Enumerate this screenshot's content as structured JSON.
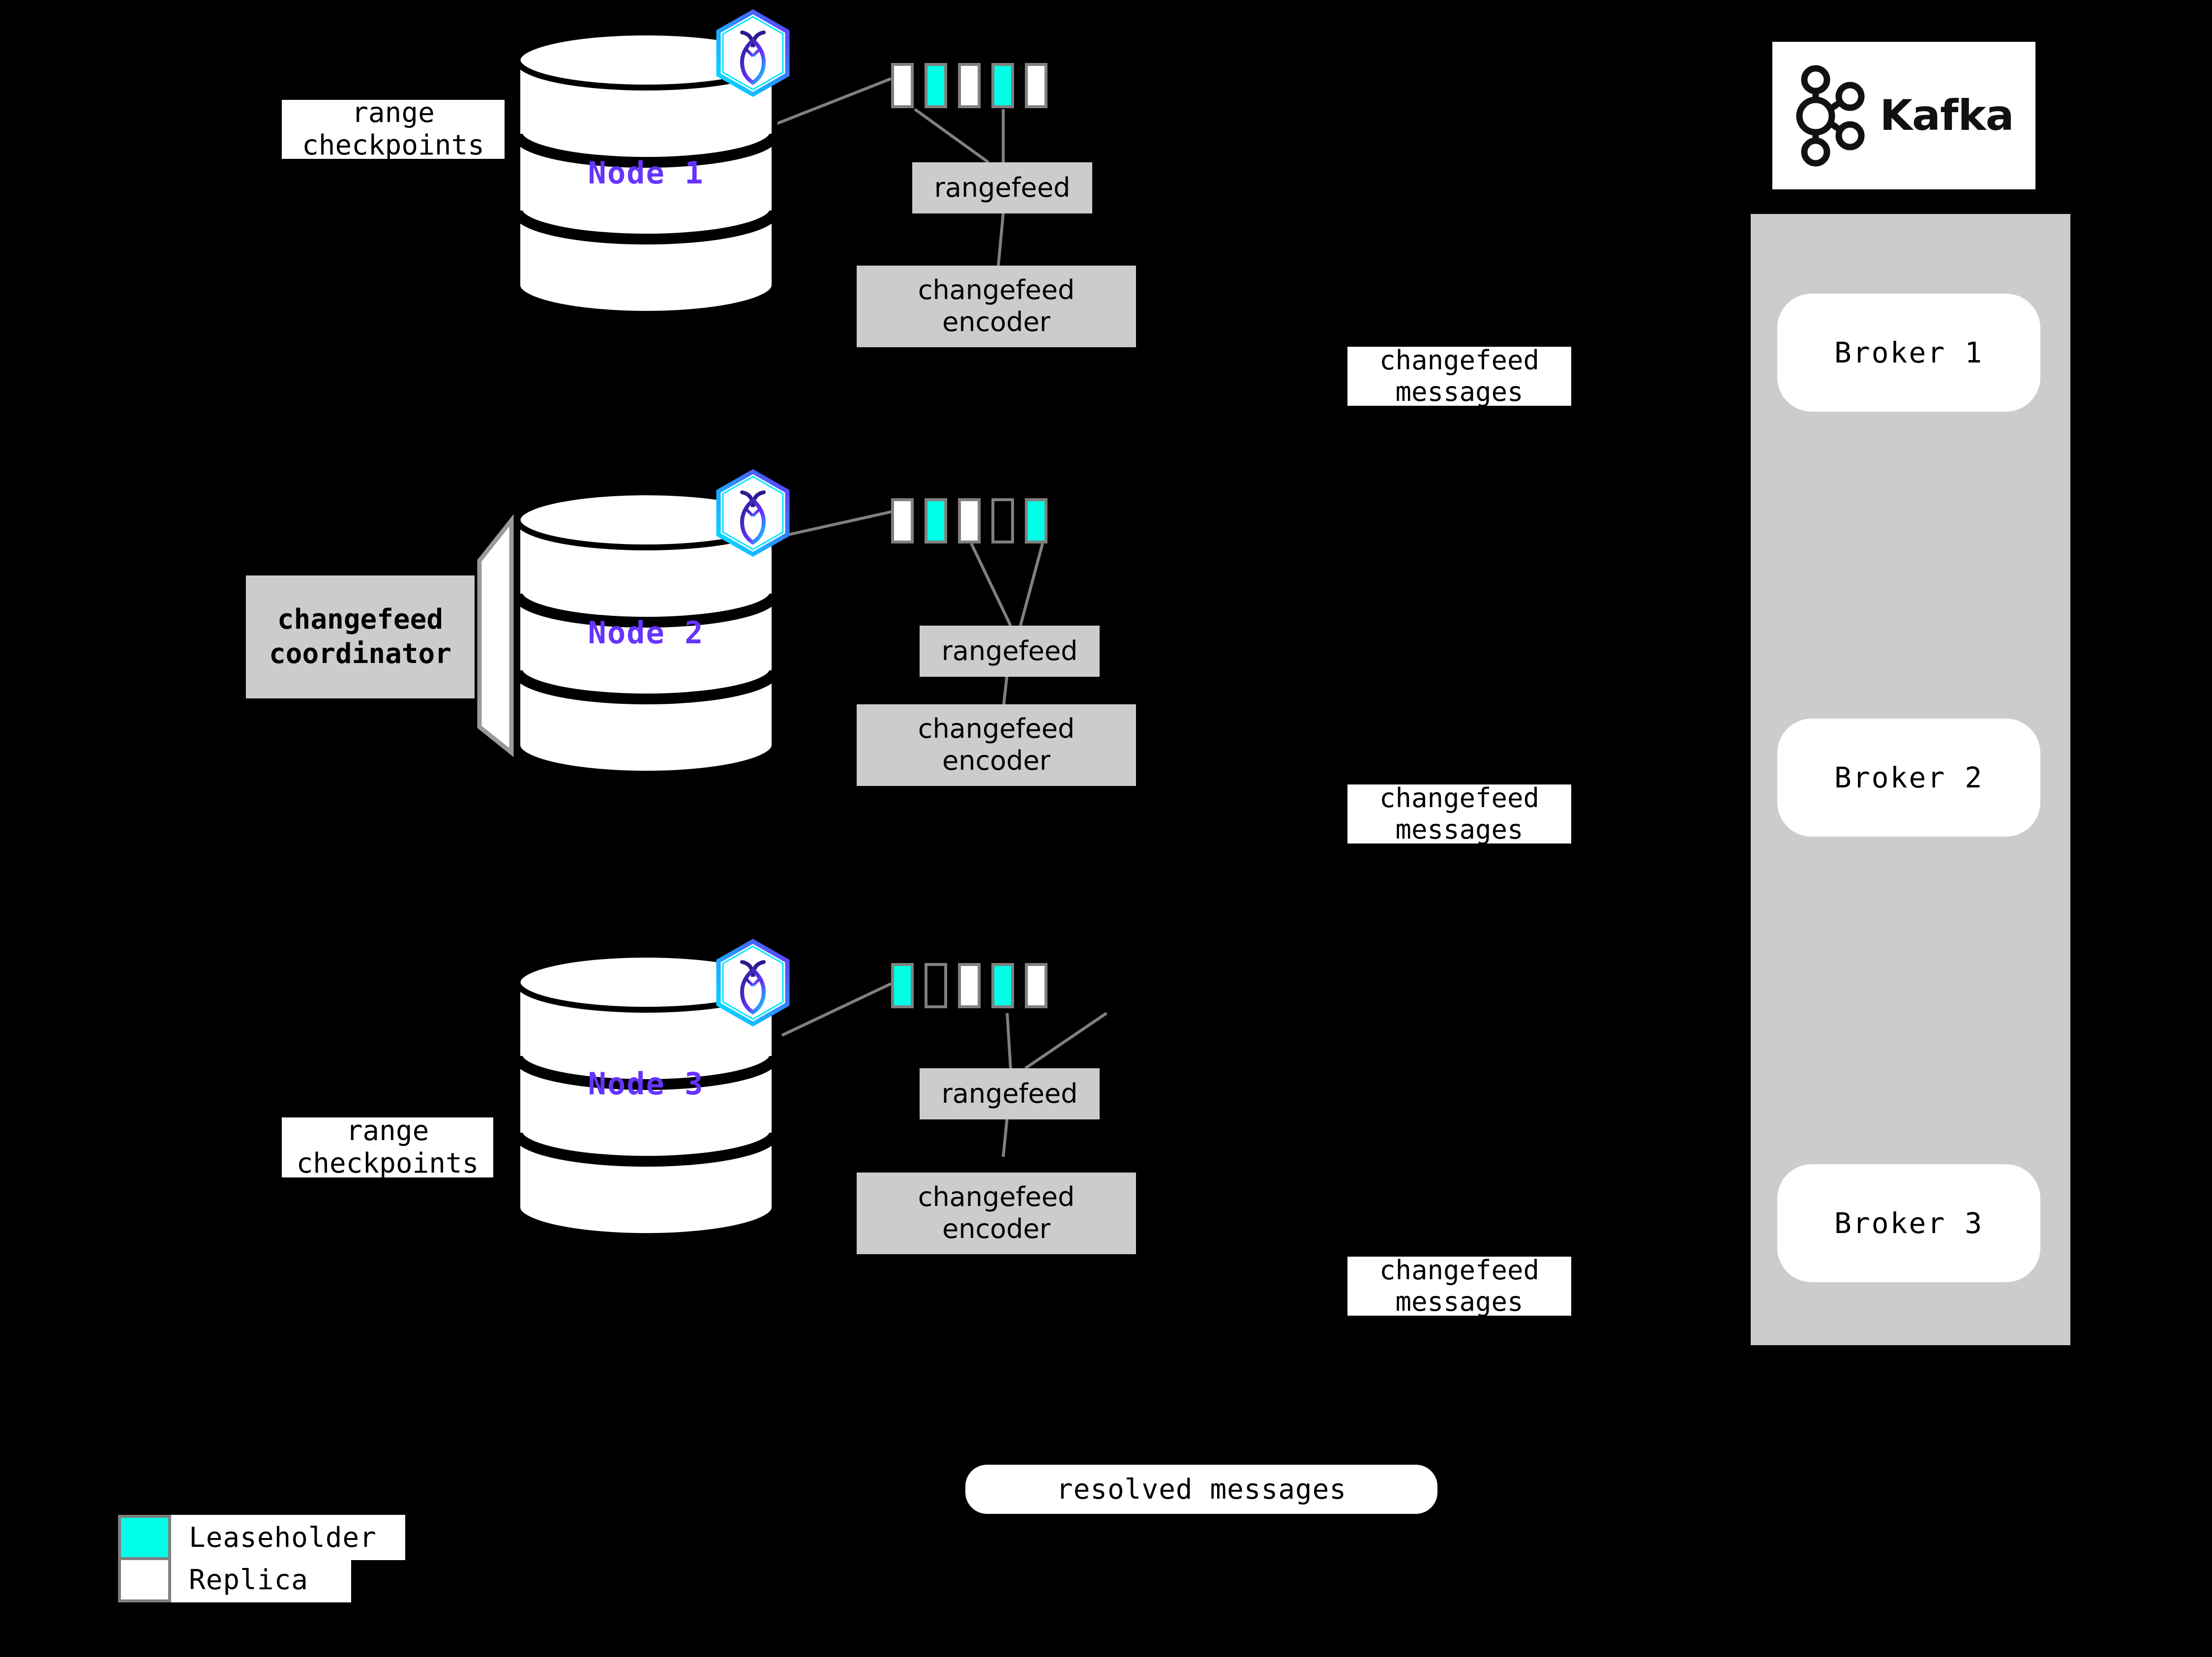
{
  "diagram": {
    "title": "CockroachDB changefeed to Kafka architecture",
    "background_color": "#000000",
    "colors": {
      "leaseholder": "#00ffe6",
      "replica": "#ffffff",
      "range_border": "#808080",
      "process_box": "#cccccc",
      "node_label": "#6633ff",
      "connector": "#808080",
      "panel": "#cccccc"
    }
  },
  "nodes": [
    {
      "id": "node-1",
      "label": "Node 1",
      "logo": "cockroachdb-hexagon-icon",
      "ranges": [
        "replica",
        "leaseholder",
        "replica",
        "leaseholder",
        "replica"
      ],
      "rangefeed_label": "rangefeed",
      "encoder_label": "changefeed\nencoder"
    },
    {
      "id": "node-2",
      "label": "Node 2",
      "logo": "cockroachdb-hexagon-icon",
      "ranges": [
        "replica",
        "leaseholder",
        "replica",
        "empty",
        "leaseholder"
      ],
      "rangefeed_label": "rangefeed",
      "encoder_label": "changefeed\nencoder"
    },
    {
      "id": "node-3",
      "label": "Node 3",
      "logo": "cockroachdb-hexagon-icon",
      "ranges": [
        "leaseholder",
        "empty",
        "replica",
        "leaseholder",
        "replica"
      ],
      "rangefeed_label": "rangefeed",
      "encoder_label": "changefeed\nencoder"
    }
  ],
  "callouts": {
    "range_checkpoints_top": "range\ncheckpoints",
    "range_checkpoints_bottom": "range\ncheckpoints",
    "coordinator": "changefeed\ncoordinator",
    "changefeed_messages_1": "changefeed\nmessages",
    "changefeed_messages_2": "changefeed\nmessages",
    "changefeed_messages_3": "changefeed\nmessages",
    "resolved_messages": "resolved messages"
  },
  "kafka": {
    "wordmark": "Kafka",
    "logo": "kafka-graph-icon",
    "brokers": [
      {
        "label": "Broker 1"
      },
      {
        "label": "Broker 2"
      },
      {
        "label": "Broker 3"
      }
    ]
  },
  "legend": {
    "items": [
      {
        "swatch": "leaseholder",
        "label": "Leaseholder"
      },
      {
        "swatch": "replica",
        "label": "Replica"
      }
    ]
  }
}
